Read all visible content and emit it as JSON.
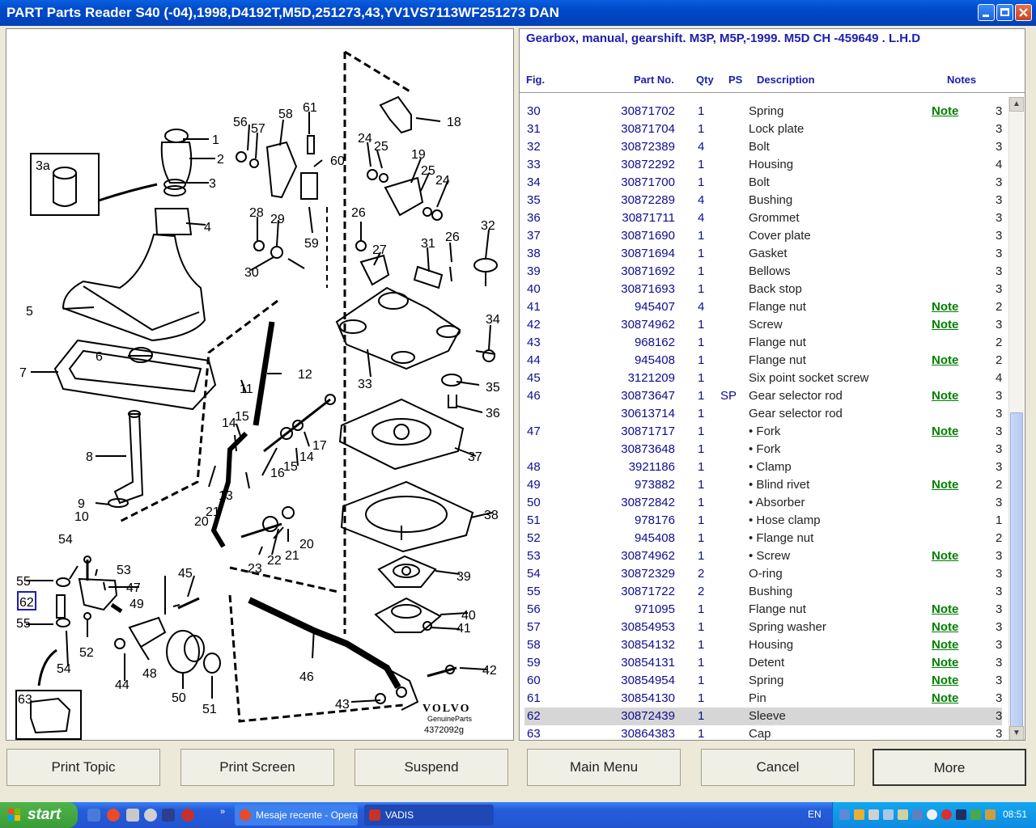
{
  "window": {
    "title": "PART Parts Reader S40 (-04),1998,D4192T,M5D,251273,43,YV1VS7113WF251273 DAN"
  },
  "parts_panel": {
    "title": "Gearbox, manual, gearshift. M3P, M5P,-1999. M5D CH -459649 . L.H.D",
    "columns": {
      "fig": "Fig.",
      "part_no": "Part No.",
      "qty": "Qty",
      "ps": "PS",
      "description": "Description",
      "notes": "Notes"
    },
    "rows": [
      {
        "fig": "30",
        "part_no": "30871702",
        "qty": "1",
        "ps": "",
        "desc": "Spring",
        "note": "Note",
        "n": "3"
      },
      {
        "fig": "31",
        "part_no": "30871704",
        "qty": "1",
        "ps": "",
        "desc": "Lock plate",
        "note": "",
        "n": "3"
      },
      {
        "fig": "32",
        "part_no": "30872389",
        "qty": "4",
        "ps": "",
        "desc": "Bolt",
        "note": "",
        "n": "3"
      },
      {
        "fig": "33",
        "part_no": "30872292",
        "qty": "1",
        "ps": "",
        "desc": "Housing",
        "note": "",
        "n": "4"
      },
      {
        "fig": "34",
        "part_no": "30871700",
        "qty": "1",
        "ps": "",
        "desc": "Bolt",
        "note": "",
        "n": "3"
      },
      {
        "fig": "35",
        "part_no": "30872289",
        "qty": "4",
        "ps": "",
        "desc": "Bushing",
        "note": "",
        "n": "3"
      },
      {
        "fig": "36",
        "part_no": "30871711",
        "qty": "4",
        "ps": "",
        "desc": "Grommet",
        "note": "",
        "n": "3"
      },
      {
        "fig": "37",
        "part_no": "30871690",
        "qty": "1",
        "ps": "",
        "desc": "Cover plate",
        "note": "",
        "n": "3"
      },
      {
        "fig": "38",
        "part_no": "30871694",
        "qty": "1",
        "ps": "",
        "desc": "Gasket",
        "note": "",
        "n": "3"
      },
      {
        "fig": "39",
        "part_no": "30871692",
        "qty": "1",
        "ps": "",
        "desc": "Bellows",
        "note": "",
        "n": "3"
      },
      {
        "fig": "40",
        "part_no": "30871693",
        "qty": "1",
        "ps": "",
        "desc": "Back stop",
        "note": "",
        "n": "3"
      },
      {
        "fig": "41",
        "part_no": "945407",
        "qty": "4",
        "ps": "",
        "desc": "Flange nut",
        "note": "Note",
        "n": "2"
      },
      {
        "fig": "42",
        "part_no": "30874962",
        "qty": "1",
        "ps": "",
        "desc": "Screw",
        "note": "Note",
        "n": "3"
      },
      {
        "fig": "43",
        "part_no": "968162",
        "qty": "1",
        "ps": "",
        "desc": "Flange nut",
        "note": "",
        "n": "2"
      },
      {
        "fig": "44",
        "part_no": "945408",
        "qty": "1",
        "ps": "",
        "desc": "Flange nut",
        "note": "Note",
        "n": "2"
      },
      {
        "fig": "45",
        "part_no": "3121209",
        "qty": "1",
        "ps": "",
        "desc": "Six point socket screw",
        "note": "",
        "n": "4"
      },
      {
        "fig": "46",
        "part_no": "30873647",
        "qty": "1",
        "ps": "SP",
        "desc": "Gear selector rod",
        "note": "Note",
        "n": "3"
      },
      {
        "fig": "",
        "part_no": "30613714",
        "qty": "1",
        "ps": "",
        "desc": "Gear selector rod",
        "note": "",
        "n": "3"
      },
      {
        "fig": "47",
        "part_no": "30871717",
        "qty": "1",
        "ps": "",
        "desc": "• Fork",
        "note": "Note",
        "n": "3"
      },
      {
        "fig": "",
        "part_no": "30873648",
        "qty": "1",
        "ps": "",
        "desc": "• Fork",
        "note": "",
        "n": "3"
      },
      {
        "fig": "48",
        "part_no": "3921186",
        "qty": "1",
        "ps": "",
        "desc": "• Clamp",
        "note": "",
        "n": "3"
      },
      {
        "fig": "49",
        "part_no": "973882",
        "qty": "1",
        "ps": "",
        "desc": "• Blind rivet",
        "note": "Note",
        "n": "2"
      },
      {
        "fig": "50",
        "part_no": "30872842",
        "qty": "1",
        "ps": "",
        "desc": "• Absorber",
        "note": "",
        "n": "3"
      },
      {
        "fig": "51",
        "part_no": "978176",
        "qty": "1",
        "ps": "",
        "desc": "• Hose clamp",
        "note": "",
        "n": "1"
      },
      {
        "fig": "52",
        "part_no": "945408",
        "qty": "1",
        "ps": "",
        "desc": "• Flange nut",
        "note": "",
        "n": "2"
      },
      {
        "fig": "53",
        "part_no": "30874962",
        "qty": "1",
        "ps": "",
        "desc": "• Screw",
        "note": "Note",
        "n": "3"
      },
      {
        "fig": "54",
        "part_no": "30872329",
        "qty": "2",
        "ps": "",
        "desc": "O-ring",
        "note": "",
        "n": "3"
      },
      {
        "fig": "55",
        "part_no": "30871722",
        "qty": "2",
        "ps": "",
        "desc": "Bushing",
        "note": "",
        "n": "3"
      },
      {
        "fig": "56",
        "part_no": "971095",
        "qty": "1",
        "ps": "",
        "desc": "Flange nut",
        "note": "Note",
        "n": "3"
      },
      {
        "fig": "57",
        "part_no": "30854953",
        "qty": "1",
        "ps": "",
        "desc": "Spring washer",
        "note": "Note",
        "n": "3"
      },
      {
        "fig": "58",
        "part_no": "30854132",
        "qty": "1",
        "ps": "",
        "desc": "Housing",
        "note": "Note",
        "n": "3"
      },
      {
        "fig": "59",
        "part_no": "30854131",
        "qty": "1",
        "ps": "",
        "desc": "Detent",
        "note": "Note",
        "n": "3"
      },
      {
        "fig": "60",
        "part_no": "30854954",
        "qty": "1",
        "ps": "",
        "desc": "Spring",
        "note": "Note",
        "n": "3"
      },
      {
        "fig": "61",
        "part_no": "30854130",
        "qty": "1",
        "ps": "",
        "desc": "Pin",
        "note": "Note",
        "n": "3"
      },
      {
        "fig": "62",
        "part_no": "30872439",
        "qty": "1",
        "ps": "",
        "desc": "Sleeve",
        "note": "",
        "n": "3",
        "selected": true
      },
      {
        "fig": "63",
        "part_no": "30864383",
        "qty": "1",
        "ps": "",
        "desc": "Cap",
        "note": "",
        "n": "3"
      }
    ]
  },
  "diagram": {
    "brand": "VOLVO",
    "genuine": "GenuineParts",
    "drawing_no": "4372092g",
    "labels": [
      "1",
      "2",
      "3",
      "3a",
      "4",
      "5",
      "6",
      "7",
      "8",
      "9",
      "10",
      "11",
      "12",
      "13",
      "14",
      "15",
      "16",
      "17",
      "18",
      "19",
      "20",
      "21",
      "22",
      "23",
      "24",
      "25",
      "26",
      "27",
      "28",
      "29",
      "30",
      "31",
      "32",
      "33",
      "34",
      "35",
      "36",
      "37",
      "38",
      "39",
      "40",
      "41",
      "42",
      "43",
      "44",
      "45",
      "46",
      "47",
      "48",
      "49",
      "50",
      "51",
      "52",
      "53",
      "54",
      "55",
      "56",
      "57",
      "58",
      "59",
      "60",
      "61",
      "62",
      "63"
    ]
  },
  "buttons": {
    "print_topic": "Print Topic",
    "print_screen": "Print Screen",
    "suspend": "Suspend",
    "main_menu": "Main Menu",
    "cancel": "Cancel",
    "more": "More"
  },
  "taskbar": {
    "start": "start",
    "tasks": [
      "Mesaje recente - Opera",
      "VADIS"
    ],
    "lang": "EN",
    "clock": "08:51"
  }
}
